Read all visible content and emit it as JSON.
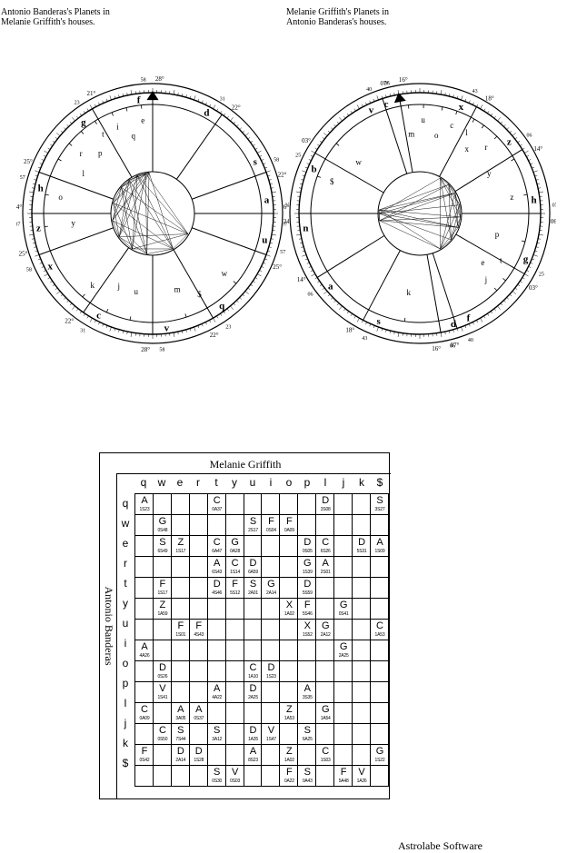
{
  "captions": {
    "left": [
      "Antonio Banderas's Planets in",
      "Melanie Griffith's houses."
    ],
    "right": [
      "Melanie Griffith's Planets in",
      "Antonio Banderas's houses."
    ]
  },
  "wheels": {
    "left": {
      "cusps": [
        {
          "deg": "28°",
          "min": "58",
          "sign": "f"
        },
        {
          "deg": "22°",
          "min": "31",
          "sign": "d"
        },
        {
          "deg": "22°",
          "min": "58",
          "sign": "s"
        },
        {
          "deg": "24°",
          "min": "37",
          "sign": "a"
        },
        {
          "deg": "25°",
          "min": "57",
          "sign": "u"
        },
        {
          "deg": "22°",
          "min": "23",
          "sign": "q"
        },
        {
          "deg": "28°",
          "min": "58",
          "sign": "v"
        },
        {
          "deg": "22°",
          "min": "31",
          "sign": "c"
        },
        {
          "deg": "25°",
          "min": "58",
          "sign": "x"
        },
        {
          "deg": "24°",
          "min": "37",
          "sign": "z"
        },
        {
          "deg": "25°",
          "min": "57",
          "sign": "h"
        },
        {
          "deg": "21°",
          "min": "23",
          "sign": "g"
        }
      ],
      "planets": [
        "i",
        "q",
        "e",
        "l",
        "r",
        "p",
        "t",
        "y",
        "o",
        "j",
        "k",
        "u",
        "$",
        "m",
        "w"
      ]
    },
    "right": {
      "cusps": [
        {
          "deg": "16°",
          "min": "06",
          "sign": "c"
        },
        {
          "deg": "18°",
          "min": "43",
          "sign": "x"
        },
        {
          "deg": "14°",
          "min": "06",
          "sign": "z"
        },
        {
          "deg": "06°",
          "min": "07",
          "sign": "h"
        },
        {
          "deg": "03°",
          "min": "25",
          "sign": "g"
        },
        {
          "deg": "07°",
          "min": "40",
          "sign": "f"
        },
        {
          "deg": "16°",
          "min": "06",
          "sign": "d"
        },
        {
          "deg": "18°",
          "min": "43",
          "sign": "s"
        },
        {
          "deg": "14°",
          "min": "06",
          "sign": "a"
        },
        {
          "deg": "06°",
          "min": "07",
          "sign": "n"
        },
        {
          "deg": "03°",
          "min": "25",
          "sign": "b"
        },
        {
          "deg": "07°",
          "min": "40",
          "sign": "v"
        }
      ],
      "planets": [
        "u",
        "o",
        "c",
        "m",
        "l",
        "x",
        "r",
        "y",
        "z",
        "p",
        "t",
        "e",
        "j",
        "w",
        "$",
        "k"
      ]
    }
  },
  "aspect_grid": {
    "title": "Melanie Griffith",
    "row_title": "Antonio Banderas",
    "columns": [
      "q",
      "w",
      "e",
      "r",
      "t",
      "y",
      "u",
      "i",
      "o",
      "p",
      "l",
      "j",
      "k",
      "$"
    ],
    "rows": [
      "q",
      "w",
      "e",
      "r",
      "t",
      "y",
      "u",
      "i",
      "o",
      "p",
      "l",
      "j",
      "k",
      "$"
    ],
    "cells": [
      [
        {
          "s": "A",
          "o": "1S23"
        },
        null,
        null,
        null,
        {
          "s": "C",
          "o": "0A37"
        },
        null,
        null,
        null,
        null,
        null,
        {
          "s": "D",
          "o": "3S08"
        },
        null,
        null,
        {
          "s": "S",
          "o": "3S27"
        }
      ],
      [
        null,
        {
          "s": "G",
          "o": "0S48"
        },
        null,
        null,
        null,
        null,
        {
          "s": "S",
          "o": "2S17"
        },
        {
          "s": "F",
          "o": "0S04"
        },
        {
          "s": "F",
          "o": "0A09"
        },
        null,
        null,
        null,
        null,
        null
      ],
      [
        null,
        {
          "s": "S",
          "o": "6S49"
        },
        {
          "s": "Z",
          "o": "1S17"
        },
        null,
        {
          "s": "C",
          "o": "6A47"
        },
        {
          "s": "G",
          "o": "0A28"
        },
        null,
        null,
        null,
        {
          "s": "D",
          "o": "0S05"
        },
        {
          "s": "C",
          "o": "6S26"
        },
        null,
        {
          "s": "D",
          "o": "5S31"
        },
        {
          "s": "A",
          "o": "1S09"
        }
      ],
      [
        null,
        null,
        null,
        null,
        {
          "s": "A",
          "o": "6S43"
        },
        {
          "s": "C",
          "o": "1S14"
        },
        {
          "s": "D",
          "o": "6A59"
        },
        null,
        null,
        {
          "s": "G",
          "o": "1S39"
        },
        {
          "s": "A",
          "o": "2S01"
        },
        null,
        null,
        null
      ],
      [
        null,
        {
          "s": "F",
          "o": "1S17"
        },
        null,
        null,
        {
          "s": "D",
          "o": "4S46"
        },
        {
          "s": "F",
          "o": "5S12"
        },
        {
          "s": "S",
          "o": "2A01"
        },
        {
          "s": "G",
          "o": "2A14"
        },
        null,
        {
          "s": "D",
          "o": "5S59"
        },
        null,
        null,
        null,
        null
      ],
      [
        null,
        {
          "s": "Z",
          "o": "1A59"
        },
        null,
        null,
        null,
        null,
        null,
        null,
        {
          "s": "X",
          "o": "1A02"
        },
        {
          "s": "F",
          "o": "5S46"
        },
        null,
        {
          "s": "G",
          "o": "0S41"
        },
        null,
        null
      ],
      [
        null,
        null,
        {
          "s": "F",
          "o": "1S01"
        },
        {
          "s": "F",
          "o": "4S43"
        },
        null,
        null,
        null,
        null,
        null,
        {
          "s": "X",
          "o": "1S52"
        },
        {
          "s": "G",
          "o": "2A12"
        },
        null,
        null,
        {
          "s": "C",
          "o": "1A53"
        }
      ],
      [
        {
          "s": "A",
          "o": "4A26"
        },
        null,
        null,
        null,
        null,
        null,
        null,
        null,
        null,
        null,
        null,
        {
          "s": "G",
          "o": "2A25"
        },
        null,
        null
      ],
      [
        null,
        {
          "s": "D",
          "o": "0S26"
        },
        null,
        null,
        null,
        null,
        {
          "s": "C",
          "o": "1A10"
        },
        {
          "s": "D",
          "o": "1S23"
        },
        null,
        null,
        null,
        null,
        null,
        null
      ],
      [
        null,
        {
          "s": "V",
          "o": "1S41"
        },
        null,
        null,
        {
          "s": "A",
          "o": "4A22"
        },
        null,
        {
          "s": "D",
          "o": "2A25"
        },
        null,
        null,
        {
          "s": "A",
          "o": "3S35"
        },
        null,
        null,
        null,
        null
      ],
      [
        {
          "s": "C",
          "o": "0A09"
        },
        null,
        {
          "s": "A",
          "o": "3A05"
        },
        {
          "s": "A",
          "o": "0S37"
        },
        null,
        null,
        null,
        null,
        {
          "s": "Z",
          "o": "1A53"
        },
        null,
        {
          "s": "G",
          "o": "1A54"
        },
        null,
        null,
        null
      ],
      [
        null,
        {
          "s": "C",
          "o": "0S50"
        },
        {
          "s": "S",
          "o": "7S44"
        },
        null,
        {
          "s": "S",
          "o": "3A12"
        },
        null,
        {
          "s": "D",
          "o": "1A35"
        },
        {
          "s": "V",
          "o": "1S47"
        },
        null,
        {
          "s": "S",
          "o": "6A25"
        },
        null,
        null,
        null,
        null
      ],
      [
        {
          "s": "F",
          "o": "0S42"
        },
        null,
        {
          "s": "D",
          "o": "2A14"
        },
        {
          "s": "D",
          "o": "1S28"
        },
        null,
        null,
        {
          "s": "A",
          "o": "8S23"
        },
        null,
        {
          "s": "Z",
          "o": "1A02"
        },
        null,
        {
          "s": "C",
          "o": "1S03"
        },
        null,
        null,
        {
          "s": "G",
          "o": "1S22"
        }
      ],
      [
        null,
        null,
        null,
        null,
        {
          "s": "S",
          "o": "0S30"
        },
        {
          "s": "V",
          "o": "0S03"
        },
        null,
        null,
        {
          "s": "F",
          "o": "0A22"
        },
        {
          "s": "S",
          "o": "0A43"
        },
        null,
        {
          "s": "F",
          "o": "5A48"
        },
        {
          "s": "V",
          "o": "1A26"
        },
        null
      ]
    ]
  },
  "footer": "Astrolabe Software"
}
